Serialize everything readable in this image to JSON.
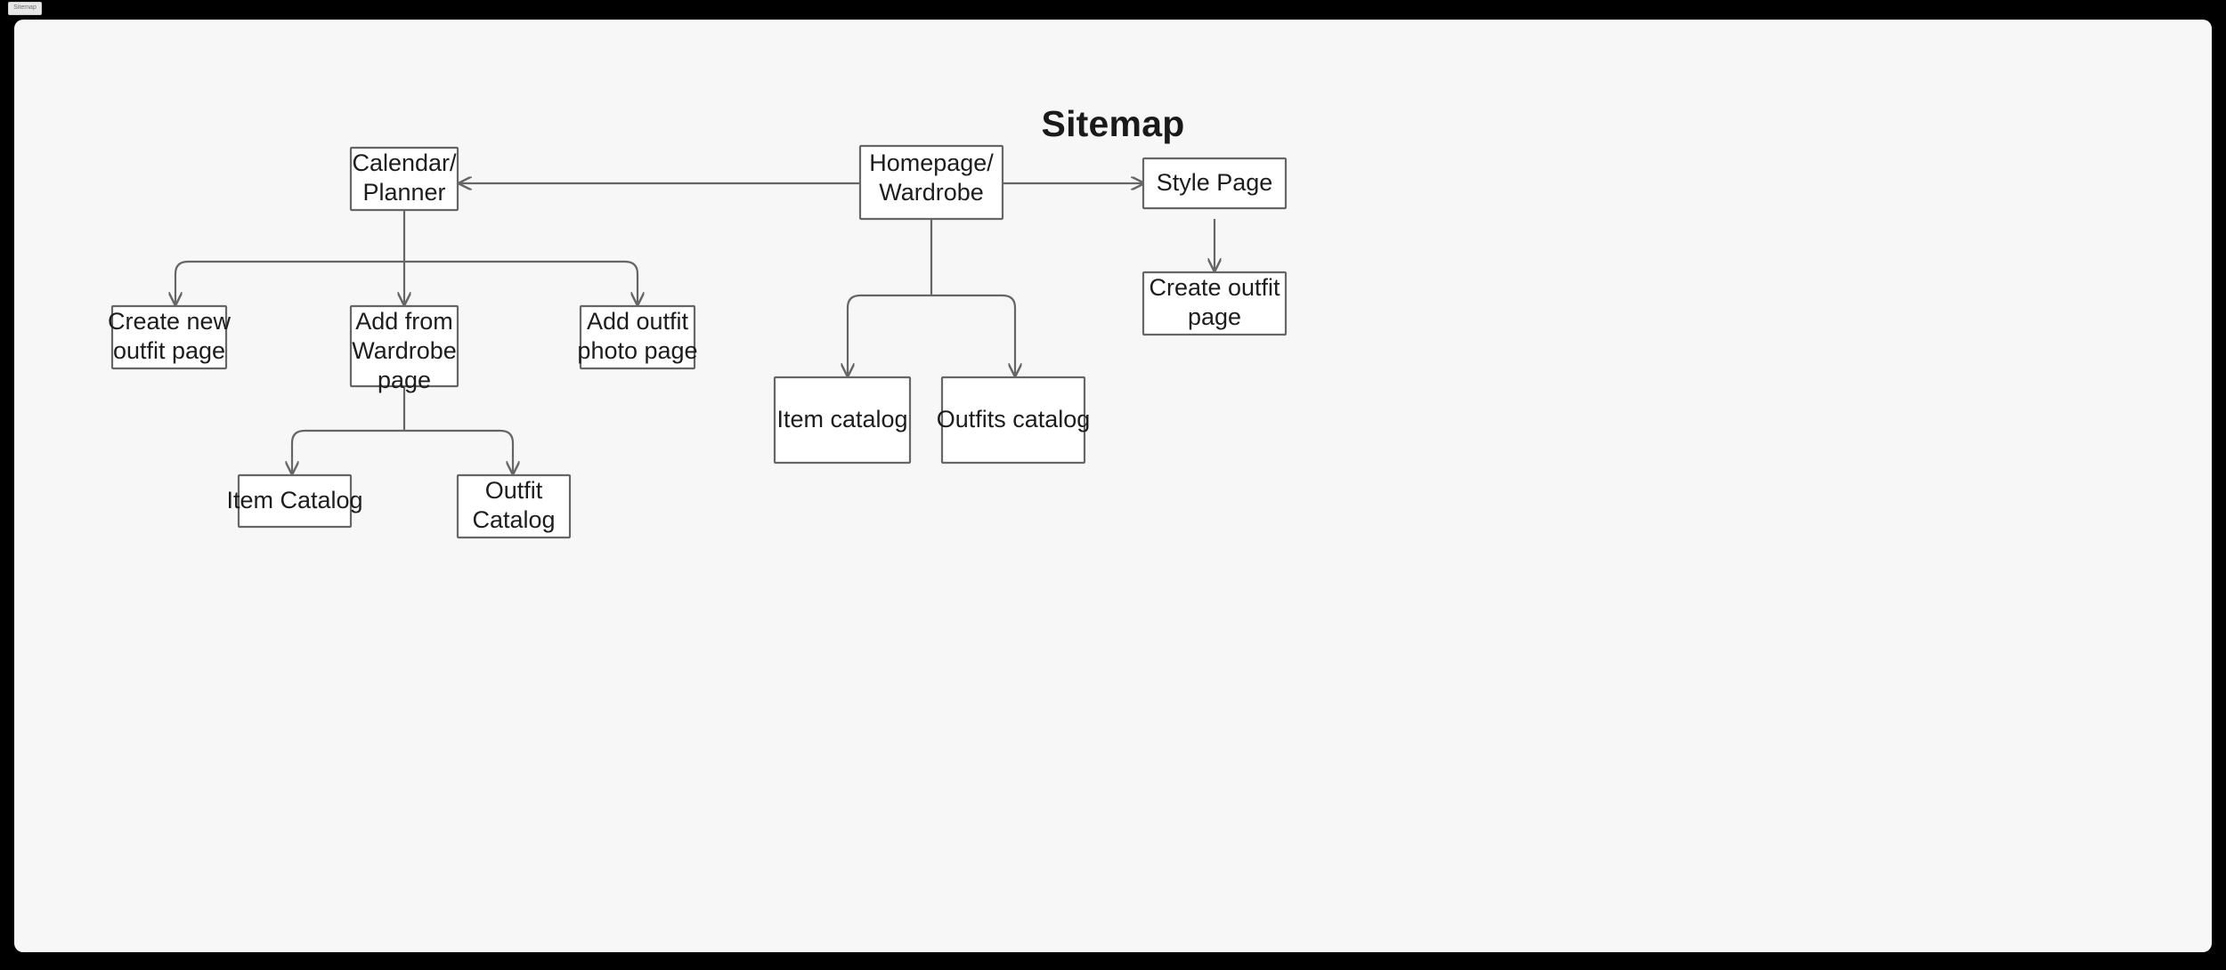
{
  "window": {
    "tab_label": "Sitemap",
    "background_color": "#000000",
    "canvas_color": "#f7f7f7"
  },
  "diagram": {
    "title": "Sitemap",
    "type": "sitemap-tree",
    "node_fill": "#ffffff",
    "node_stroke": "#666666",
    "edge_stroke": "#666666",
    "nodes": [
      {
        "id": "calendar-planner",
        "label": "Calendar/\nPlanner",
        "lines": [
          "Calendar/",
          "Planner"
        ]
      },
      {
        "id": "homepage-wardrobe",
        "label": "Homepage/\nWardrobe",
        "lines": [
          "Homepage/",
          "Wardrobe"
        ]
      },
      {
        "id": "style-page",
        "label": "Style Page",
        "lines": [
          "Style Page"
        ]
      },
      {
        "id": "create-outfit-page",
        "label": "Create outfit\npage",
        "lines": [
          "Create outfit",
          "page"
        ]
      },
      {
        "id": "create-new-outfit-page",
        "label": "Create new\noutfit page",
        "lines": [
          "Create new",
          "outfit page"
        ]
      },
      {
        "id": "add-from-wardrobe-page",
        "label": "Add from\nWardrobe\npage",
        "lines": [
          "Add from",
          "Wardrobe",
          "page"
        ]
      },
      {
        "id": "add-outfit-photo-page",
        "label": "Add outfit\nphoto page",
        "lines": [
          "Add outfit",
          "photo page"
        ]
      },
      {
        "id": "item-catalog-left",
        "label": "Item Catalog",
        "lines": [
          "Item Catalog"
        ]
      },
      {
        "id": "outfit-catalog-left",
        "label": "Outfit\nCatalog",
        "lines": [
          "Outfit",
          "Catalog"
        ]
      },
      {
        "id": "item-catalog-right",
        "label": "Item catalog",
        "lines": [
          "Item catalog"
        ]
      },
      {
        "id": "outfits-catalog-right",
        "label": "Outfits catalog",
        "lines": [
          "Outfits catalog"
        ]
      }
    ],
    "edges": [
      {
        "from": "homepage-wardrobe",
        "to": "calendar-planner",
        "arrow": "end"
      },
      {
        "from": "homepage-wardrobe",
        "to": "style-page",
        "arrow": "end"
      },
      {
        "from": "style-page",
        "to": "create-outfit-page",
        "arrow": "end"
      },
      {
        "from": "calendar-planner",
        "to": "create-new-outfit-page",
        "arrow": "end"
      },
      {
        "from": "calendar-planner",
        "to": "add-from-wardrobe-page",
        "arrow": "end"
      },
      {
        "from": "calendar-planner",
        "to": "add-outfit-photo-page",
        "arrow": "end"
      },
      {
        "from": "add-from-wardrobe-page",
        "to": "item-catalog-left",
        "arrow": "end"
      },
      {
        "from": "add-from-wardrobe-page",
        "to": "outfit-catalog-left",
        "arrow": "end"
      },
      {
        "from": "homepage-wardrobe",
        "to": "item-catalog-right",
        "arrow": "end"
      },
      {
        "from": "homepage-wardrobe",
        "to": "outfits-catalog-right",
        "arrow": "end"
      }
    ]
  },
  "labels": {
    "calendar_planner_l1": "Calendar/",
    "calendar_planner_l2": "Planner",
    "homepage_wardrobe_l1": "Homepage/",
    "homepage_wardrobe_l2": "Wardrobe",
    "style_page_l1": "Style Page",
    "create_outfit_page_l1": "Create outfit",
    "create_outfit_page_l2": "page",
    "create_new_outfit_page_l1": "Create new",
    "create_new_outfit_page_l2": "outfit page",
    "add_from_wardrobe_page_l1": "Add from",
    "add_from_wardrobe_page_l2": "Wardrobe",
    "add_from_wardrobe_page_l3": "page",
    "add_outfit_photo_page_l1": "Add outfit",
    "add_outfit_photo_page_l2": "photo page",
    "item_catalog_left_l1": "Item Catalog",
    "outfit_catalog_left_l1": "Outfit",
    "outfit_catalog_left_l2": "Catalog",
    "item_catalog_right_l1": "Item catalog",
    "outfits_catalog_right_l1": "Outfits catalog"
  }
}
